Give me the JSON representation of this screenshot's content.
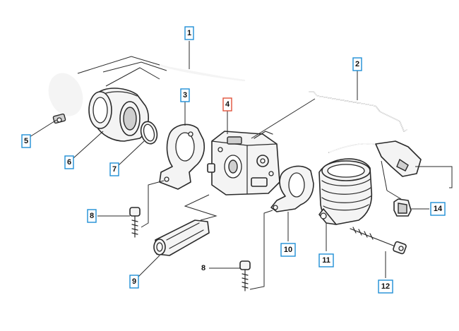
{
  "callouts": [
    {
      "id": "1",
      "label": "1",
      "boxed": true,
      "color": "#1e8fd6"
    },
    {
      "id": "2",
      "label": "2",
      "boxed": true,
      "color": "#1e8fd6"
    },
    {
      "id": "3",
      "label": "3",
      "boxed": true,
      "color": "#1e8fd6"
    },
    {
      "id": "4",
      "label": "4",
      "boxed": true,
      "color": "#e0533b"
    },
    {
      "id": "5",
      "label": "5",
      "boxed": true,
      "color": "#1e8fd6"
    },
    {
      "id": "6",
      "label": "6",
      "boxed": true,
      "color": "#1e8fd6"
    },
    {
      "id": "7",
      "label": "7",
      "boxed": true,
      "color": "#1e8fd6"
    },
    {
      "id": "8a",
      "label": "8",
      "boxed": true,
      "color": "#1e8fd6"
    },
    {
      "id": "8b",
      "label": "8",
      "boxed": false,
      "color": "#1e8fd6"
    },
    {
      "id": "9",
      "label": "9",
      "boxed": true,
      "color": "#1e8fd6"
    },
    {
      "id": "10",
      "label": "10",
      "boxed": true,
      "color": "#1e8fd6"
    },
    {
      "id": "11",
      "label": "11",
      "boxed": true,
      "color": "#1e8fd6"
    },
    {
      "id": "12",
      "label": "12",
      "boxed": true,
      "color": "#1e8fd6"
    },
    {
      "id": "14",
      "label": "14",
      "boxed": true,
      "color": "#1e8fd6"
    }
  ]
}
